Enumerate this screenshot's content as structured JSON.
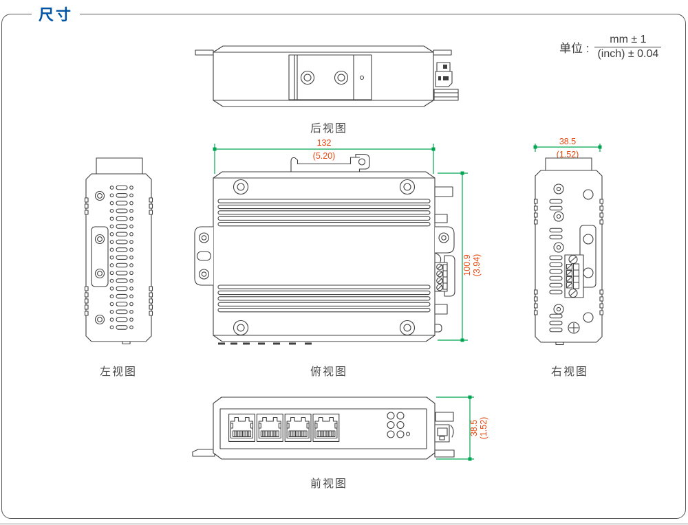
{
  "page": {
    "title": "尺寸"
  },
  "unit_note": {
    "label": "单位 :",
    "numerator": "mm ± 1",
    "denominator": "(inch) ± 0.04"
  },
  "views": {
    "rear": {
      "caption": "后视图"
    },
    "left": {
      "caption": "左视图"
    },
    "top": {
      "caption": "俯视图",
      "width_mm": "132",
      "width_inch": "(5.20)",
      "height_mm": "100.9",
      "height_inch": "(3.94)"
    },
    "right": {
      "caption": "右视图",
      "width_mm": "38.5",
      "width_inch": "(1.52)"
    },
    "front": {
      "caption": "前视图",
      "height_mm": "38.5",
      "height_inch": "(1.52)"
    }
  },
  "colors": {
    "title_blue": "#0054a4",
    "dimension_red": "#e8480e",
    "dimension_green": "#00a551",
    "drawing_line": "#3f3f3f",
    "frame_gray": "#55565a"
  }
}
